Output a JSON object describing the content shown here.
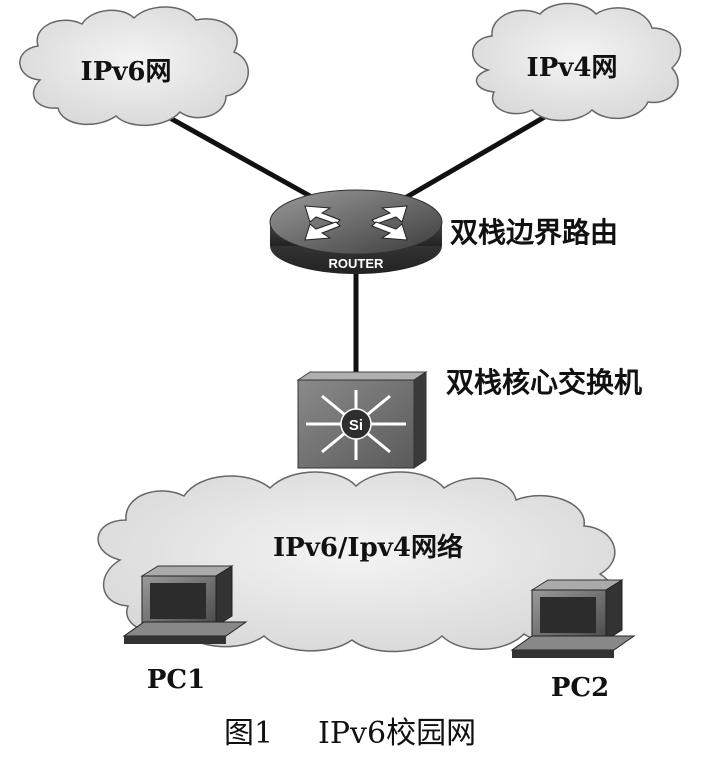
{
  "diagram": {
    "clouds": {
      "ipv6": "IPv6网",
      "ipv4": "IPv4网",
      "lan": "IPv6/Ipv4网络"
    },
    "router": {
      "label": "双栈边界路由",
      "device_text": "ROUTER"
    },
    "switch": {
      "label": "双栈核心交换机",
      "device_text": "Si"
    },
    "pcs": {
      "pc1": "PC1",
      "pc2": "PC2"
    },
    "caption": {
      "number": "图1",
      "title": "IPv6校园网"
    }
  }
}
